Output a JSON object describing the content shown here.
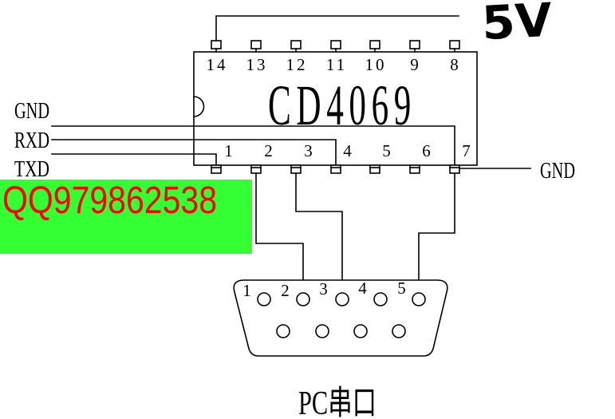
{
  "power": {
    "label": "5V"
  },
  "ic": {
    "name": "CD4069",
    "top_pins": [
      "14",
      "13",
      "12",
      "11",
      "10",
      "9",
      "8"
    ],
    "bottom_pins": [
      "1",
      "2",
      "3",
      "4",
      "5",
      "6",
      "7"
    ]
  },
  "signals": {
    "left": [
      "GND",
      "RXD",
      "TXD"
    ],
    "right": "GND"
  },
  "contact_banner": {
    "text": "QQ979862538",
    "background": "#33ff33",
    "color": "#ff0000"
  },
  "serial_port": {
    "top_row_pin_labels": [
      "1",
      "2",
      "3",
      "4",
      "5"
    ],
    "label": "PC串口"
  },
  "colors": {
    "line": "#000000",
    "background": "#ffffff"
  }
}
